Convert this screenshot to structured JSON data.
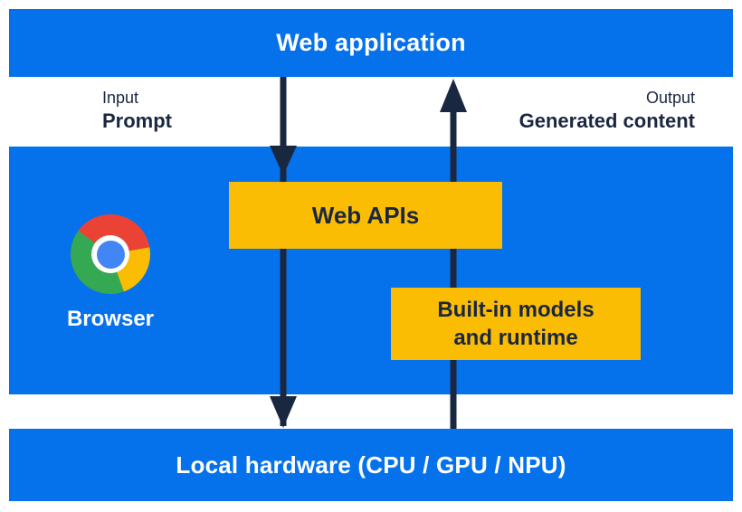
{
  "colors": {
    "blue": "#0572ec",
    "yellow": "#fbbc04",
    "navy": "#1a2740",
    "white": "#ffffff",
    "chrome_red": "#ea4335",
    "chrome_yellow": "#fbbc04",
    "chrome_green": "#34a853",
    "chrome_blue": "#4285f4"
  },
  "bands": {
    "web_application": "Web application",
    "local_hardware": "Local hardware (CPU / GPU / NPU)"
  },
  "io": {
    "input_title": "Input",
    "input_value": "Prompt",
    "output_title": "Output",
    "output_value": "Generated content"
  },
  "browser": {
    "label": "Browser",
    "icon": "chrome-logo-icon"
  },
  "boxes": {
    "web_apis": "Web APIs",
    "builtin_line1": "Built-in models",
    "builtin_line2": "and runtime"
  },
  "arrows": {
    "down_arrow": "prompt-flow-down",
    "up_arrow": "generated-content-flow-up"
  }
}
